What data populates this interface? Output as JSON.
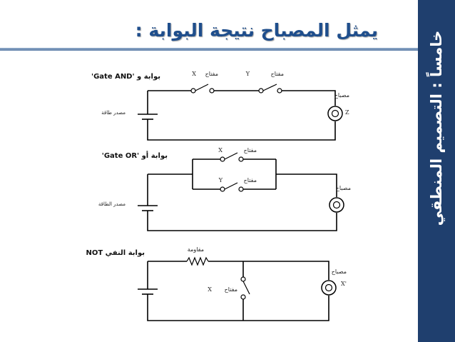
{
  "slide": {
    "title": "يمثل المصباح نتيجة البوابة :",
    "side_title": "خامساً : التصميم المنطقي"
  },
  "and_circuit": {
    "gate_label": "'Gate AND' بوابة و",
    "switch_x_label": "مفتاح",
    "switch_x_var": "X",
    "switch_y_label": "مفتاح",
    "switch_y_var": "Y",
    "lamp_label": "مصباح",
    "lamp_var": "Z",
    "source_label": "مصدر طاقة"
  },
  "or_circuit": {
    "gate_label": "'Gate OR' بوابة أو",
    "switch_x_label": "مفتاح",
    "switch_x_var": "X",
    "switch_y_label": "مفتاح",
    "switch_y_var": "Y",
    "lamp_label": "مصباح",
    "source_label": "مصدر الطاقة"
  },
  "not_circuit": {
    "gate_label": "NOT بوابة النفي",
    "resistor_label": "مقاومة",
    "switch_label": "مفتاح",
    "switch_var": "X",
    "lamp_label": "مصباح",
    "lamp_var": "X'"
  }
}
